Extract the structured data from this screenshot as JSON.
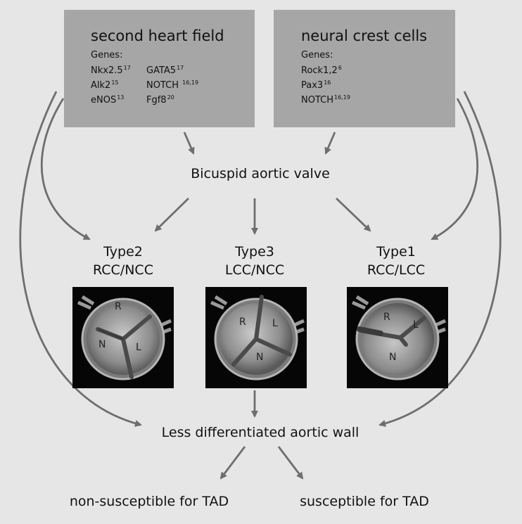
{
  "boxes": {
    "second_heart_field": {
      "title": "second heart field",
      "genes_heading": "Genes:",
      "genes": [
        {
          "name": "Nkx2.5",
          "ref": "17"
        },
        {
          "name": "GATA5",
          "ref": "17"
        },
        {
          "name": "Alk2",
          "ref": "15"
        },
        {
          "name": "NOTCH ",
          "ref": "16,19"
        },
        {
          "name": "eNOS",
          "ref": "13"
        },
        {
          "name": "Fgf8",
          "ref": "20"
        }
      ]
    },
    "neural_crest_cells": {
      "title": "neural crest cells",
      "genes_heading": "Genes:",
      "genes": [
        {
          "name": "Rock1,2",
          "ref": "6"
        },
        {
          "name": "Pax3",
          "ref": "16"
        },
        {
          "name": "NOTCH",
          "ref": "16,19"
        }
      ]
    }
  },
  "center_label": "Bicuspid aortic valve",
  "types": [
    {
      "name": "Type2",
      "cusps": "RCC/NCC",
      "cusp_letters": [
        "R",
        "N",
        "L"
      ]
    },
    {
      "name": "Type3",
      "cusps": "LCC/NCC",
      "cusp_letters": [
        "R",
        "L",
        "N"
      ]
    },
    {
      "name": "Type1",
      "cusps": "RCC/LCC",
      "cusp_letters": [
        "R",
        "L",
        "N"
      ]
    }
  ],
  "wall_label": "Less differentiated aortic wall",
  "outcomes": {
    "left": "non-susceptible for TAD",
    "right": "susceptible for TAD"
  },
  "colors": {
    "background": "#e6e6e6",
    "box": "#a6a6a6",
    "arrow": "#6e6e6e",
    "valve_panel": "#060606"
  }
}
